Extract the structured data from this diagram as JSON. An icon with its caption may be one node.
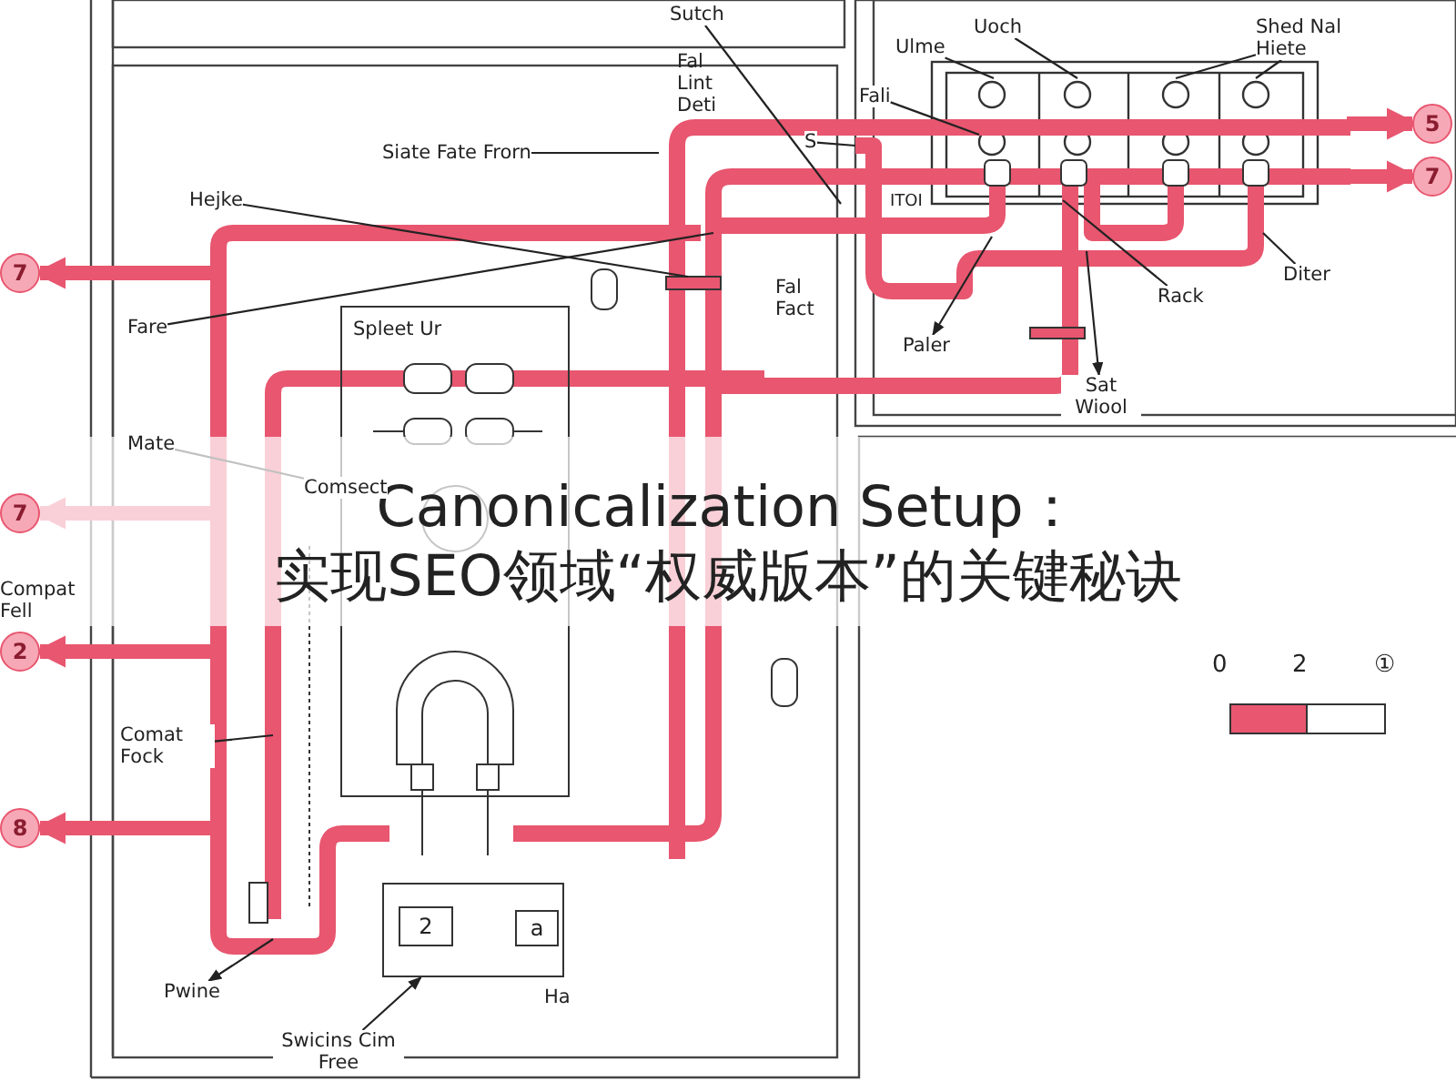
{
  "diagram": {
    "title": "Canonicalization Setup：实现SEO领域“权威版本”的关键秘诀",
    "nodes": [
      {
        "text": [
          "7"
        ]
      },
      {
        "text": [
          "7"
        ]
      },
      {
        "text": [
          "2"
        ]
      },
      {
        "text": [
          "8"
        ]
      },
      {
        "text": [
          "5"
        ]
      },
      {
        "text": [
          "7"
        ]
      },
      {
        "text": [
          "Spleet Ur"
        ]
      },
      {
        "text": [],
        "shape": "box",
        "beside": [
          "Ha"
        ]
      },
      {
        "text": [
          "2"
        ],
        "in": 7
      },
      {
        "text": [
          "a"
        ],
        "in": 7
      },
      {
        "text": [
          "Sutch"
        ]
      },
      {
        "text": [
          "Siate Fate Frorn"
        ]
      },
      {
        "text": [
          "Hejke"
        ]
      },
      {
        "text": [
          "Fare"
        ]
      },
      {
        "text": [
          "Mate"
        ]
      },
      {
        "text": [
          "Comsect"
        ]
      },
      {
        "text": [
          "Comat Fock"
        ]
      },
      {
        "text": [
          "Pwine"
        ]
      },
      {
        "text": [
          "Swicins Cim Free"
        ]
      },
      {
        "text": [
          "Ulme"
        ]
      },
      {
        "text": [
          "Uoch"
        ]
      },
      {
        "text": [
          "Shed Nal Hiete"
        ]
      },
      {
        "text": [
          "Fali"
        ]
      },
      {
        "text": [
          "S"
        ]
      },
      {
        "text": [
          "Paler"
        ]
      },
      {
        "text": [
          "Rack"
        ]
      },
      {
        "text": [
          "Diter"
        ]
      },
      {
        "text": [
          "Sat Wiool"
        ]
      }
    ],
    "edges": [
      {
        "from": null,
        "to": 0,
        "arrow": "to",
        "style": "thick",
        "color": "#e8566f"
      },
      {
        "from": null,
        "to": 1,
        "arrow": "to",
        "style": "thick",
        "color": "#e8566f"
      },
      {
        "from": null,
        "to": 2,
        "arrow": "to",
        "style": "thick",
        "color": "#e8566f"
      },
      {
        "from": null,
        "to": 3,
        "arrow": "to",
        "style": "thick",
        "color": "#e8566f"
      },
      {
        "from": null,
        "to": 4,
        "arrow": "to",
        "style": "thick",
        "color": "#e8566f"
      },
      {
        "from": null,
        "to": 5,
        "arrow": "to",
        "style": "thick",
        "color": "#e8566f"
      },
      {
        "from": 10,
        "to": null,
        "arrow": "none"
      },
      {
        "from": 11,
        "to": null,
        "arrow": "none"
      },
      {
        "from": 12,
        "to": null,
        "arrow": "none"
      },
      {
        "from": 13,
        "to": null,
        "arrow": "none"
      },
      {
        "from": 14,
        "to": 15,
        "arrow": "none"
      },
      {
        "from": 16,
        "to": null,
        "arrow": "none"
      },
      {
        "from": null,
        "to": 17,
        "arrow": "to"
      },
      {
        "from": 18,
        "to": 7,
        "arrow": "to"
      },
      {
        "from": 19,
        "to": null,
        "arrow": "none"
      },
      {
        "from": 20,
        "to": null,
        "arrow": "none"
      },
      {
        "from": 21,
        "to": null,
        "arrow": "none"
      },
      {
        "from": 21,
        "to": null,
        "arrow": "none"
      },
      {
        "from": 22,
        "to": null,
        "arrow": "none"
      },
      {
        "from": 23,
        "to": null,
        "arrow": "none"
      },
      {
        "from": null,
        "to": 24,
        "arrow": "to"
      },
      {
        "from": 25,
        "to": null,
        "arrow": "none"
      },
      {
        "from": 26,
        "to": null,
        "arrow": "none"
      },
      {
        "from": null,
        "to": 27,
        "arrow": "to"
      }
    ],
    "labels": [
      "Fal Lint Deti",
      "Fal Fact",
      "Compat Fell",
      "ITOI",
      "0",
      "2",
      "①"
    ]
  }
}
